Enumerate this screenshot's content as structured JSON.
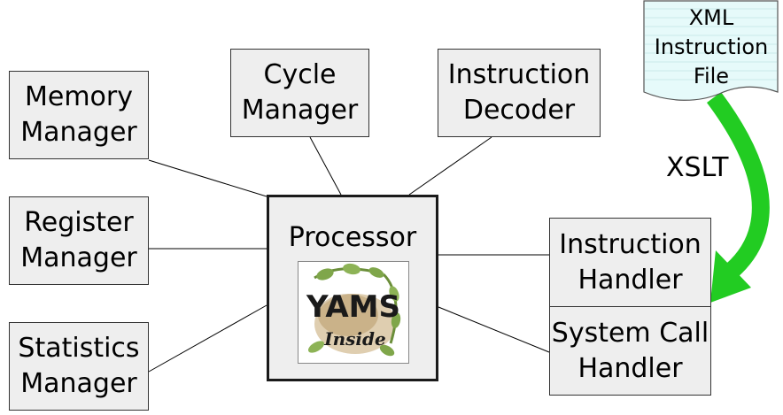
{
  "components": {
    "memory_manager": [
      "Memory",
      "Manager"
    ],
    "register_manager": [
      "Register",
      "Manager"
    ],
    "statistics_manager": [
      "Statistics",
      "Manager"
    ],
    "cycle_manager": [
      "Cycle",
      "Manager"
    ],
    "instruction_decoder": [
      "Instruction",
      "Decoder"
    ],
    "instruction_handler": [
      "Instruction",
      "Handler"
    ],
    "system_call_handler": [
      "System Call",
      "Handler"
    ]
  },
  "processor": {
    "label": "Processor",
    "logo": {
      "line1": "YAMS",
      "line2": "Inside"
    }
  },
  "xml_file": [
    "XML",
    "Instruction",
    "File"
  ],
  "transform_label": "XSLT",
  "icons": {
    "arrow": "green-curved-arrow-icon",
    "file": "document-icon",
    "logo": "yams-inside-logo-icon"
  },
  "colors": {
    "box_fill": "#eeeeee",
    "arrow": "#22cc22",
    "file_fill": "#e6fafa"
  }
}
